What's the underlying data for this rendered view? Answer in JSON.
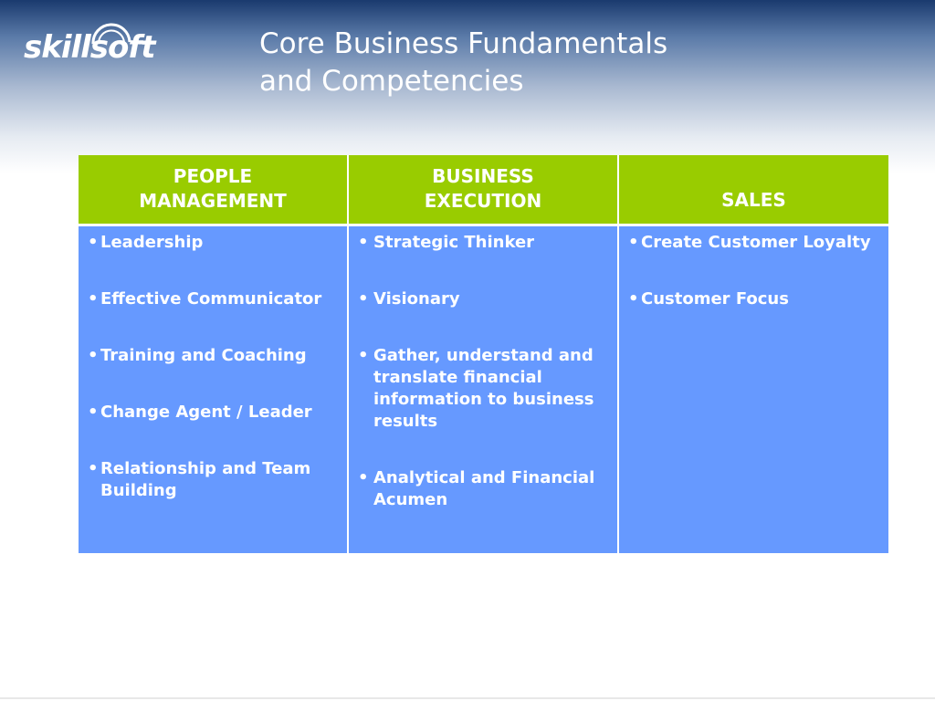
{
  "logo": {
    "text": "skillsoft"
  },
  "title": {
    "line1": "Core Business Fundamentals",
    "line2": "and Competencies"
  },
  "columns": [
    {
      "header": [
        "PEOPLE",
        "MANAGEMENT"
      ],
      "items": [
        "Leadership",
        "Effective Communicator",
        "Training and Coaching",
        "Change Agent / Leader",
        "Relationship and Team Building"
      ]
    },
    {
      "header": [
        "BUSINESS",
        "EXECUTION"
      ],
      "items": [
        "Strategic Thinker",
        "Visionary",
        "Gather, understand and translate financial information to business results",
        "Analytical and Financial Acumen"
      ]
    },
    {
      "header": [
        "SALES"
      ],
      "items": [
        "Create Customer Loyalty",
        "Customer Focus"
      ]
    }
  ],
  "bullet": "•",
  "colors": {
    "header_bg": "#99cc00",
    "cell_bg": "#6699ff",
    "title_text": "#ffffff",
    "banner_top": "#1a3a6e"
  }
}
